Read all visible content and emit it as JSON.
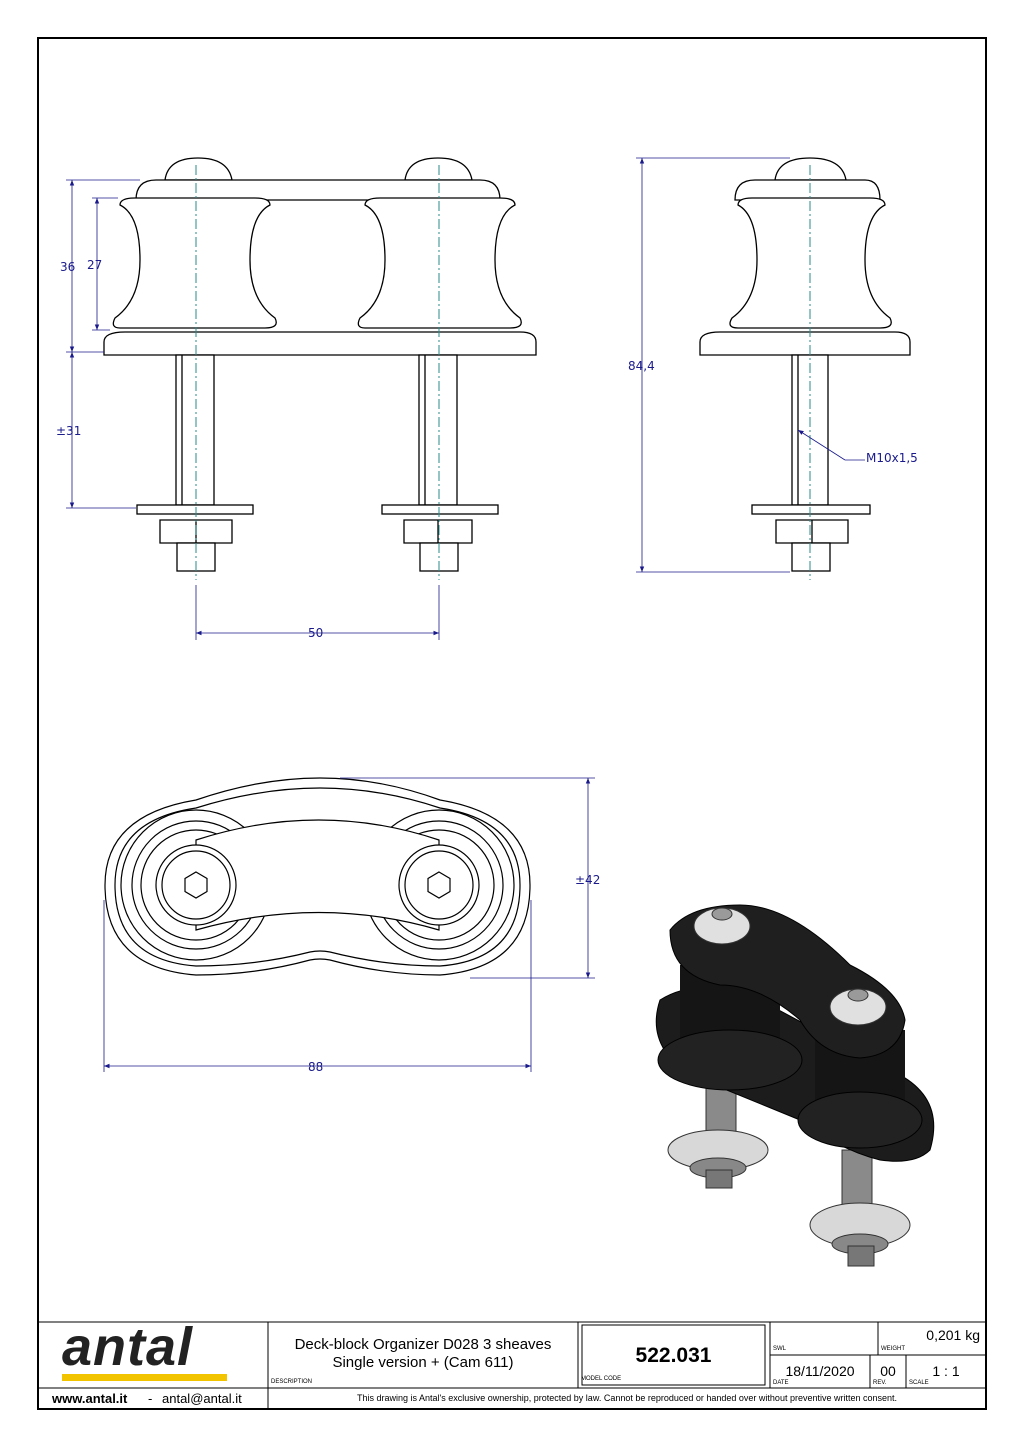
{
  "dimensions": {
    "front_total_height": "36",
    "front_sheave_height": "27",
    "front_bolt_length": "±31",
    "front_spacing": "50",
    "side_height": "84,4",
    "thread": "M10x1,5",
    "top_width": "±42",
    "top_length": "88"
  },
  "title_block": {
    "logo": "antal",
    "logo_colors": {
      "text": "#222222",
      "bar": "#f2c400"
    },
    "description_line1": "Deck-block Organizer D028 3 sheaves",
    "description_line2": "Single version + (Cam 611)",
    "description_caption": "DESCRIPTION",
    "model_code": "522.031",
    "model_code_caption": "MODEL CODE",
    "swl_caption": "SWL",
    "weight": "0,201 kg",
    "weight_caption": "WEIGHT",
    "date": "18/11/2020",
    "date_caption": "DATE",
    "rev": "00",
    "rev_caption": "REV.",
    "scale": "1 : 1",
    "scale_caption": "SCALE",
    "website": "www.antal.it",
    "separator": "-",
    "email": "antal@antal.it",
    "disclaimer": "This drawing is Antal's exclusive ownership, protected by law. Cannot be reproduced or handed over without preventive written consent."
  },
  "colors": {
    "dimension": "#1a1a8c",
    "centerline": "#2a8a8a",
    "part_black": "#1c1c1c"
  }
}
